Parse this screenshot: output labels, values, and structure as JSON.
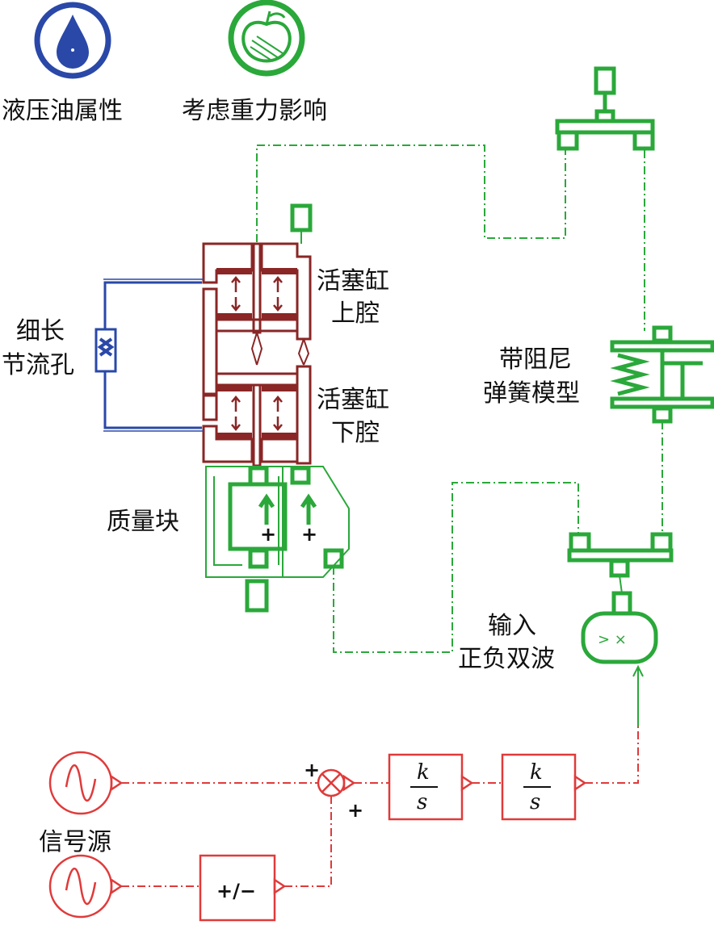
{
  "labels": {
    "hydraulic_oil": "液压油属性",
    "gravity": "考虑重力影响",
    "cyl_upper_1": "活塞缸",
    "cyl_upper_2": "上腔",
    "cyl_lower_1": "活塞缸",
    "cyl_lower_2": "下腔",
    "orifice_1": "细长",
    "orifice_2": "节流孔",
    "spring_1": "带阻尼",
    "spring_2": "弹簧模型",
    "mass": "质量块",
    "input_1": "输入",
    "input_2": "正负双波",
    "signal": "信号源"
  },
  "blocks": {
    "integrator1": {
      "num": "k",
      "den": "s"
    },
    "integrator2": {
      "num": "k",
      "den": "s"
    },
    "sign": "+/−",
    "sum_plus_top": "+",
    "sum_plus_bottom": "+",
    "mass_plus_1": "+",
    "mass_plus_2": "+"
  },
  "colors": {
    "mechanical": "#2aa83a",
    "hydraulic": "#8a2626",
    "pipe": "#2a48a8",
    "signal": "#e03a3a"
  }
}
